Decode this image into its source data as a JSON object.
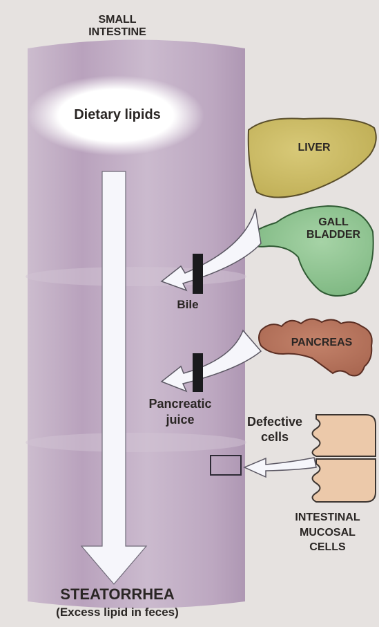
{
  "title": {
    "line1": "SMALL",
    "line2": "INTESTINE"
  },
  "dietary_lipids": "Dietary lipids",
  "organs": {
    "liver": "LIVER",
    "gallbladder_line1": "GALL",
    "gallbladder_line2": "BLADDER",
    "pancreas": "PANCREAS",
    "mucosal_line1": "INTESTINAL",
    "mucosal_line2": "MUCOSAL",
    "mucosal_line3": "CELLS"
  },
  "secretions": {
    "bile": "Bile",
    "pancreatic_line1": "Pancreatic",
    "pancreatic_line2": "juice",
    "defective_line1": "Defective",
    "defective_line2": "cells"
  },
  "outcome": {
    "title": "STEATORRHEA",
    "subtitle": "(Excess lipid in feces)"
  },
  "colors": {
    "background": "#e6e2e0",
    "intestine": "#bfa9c4",
    "liver": "#cfc06a",
    "gallbladder": "#8fc592",
    "pancreas": "#b7745f",
    "mucosal_cells": "#ecc9aa",
    "arrow": "#f6f6fb"
  }
}
